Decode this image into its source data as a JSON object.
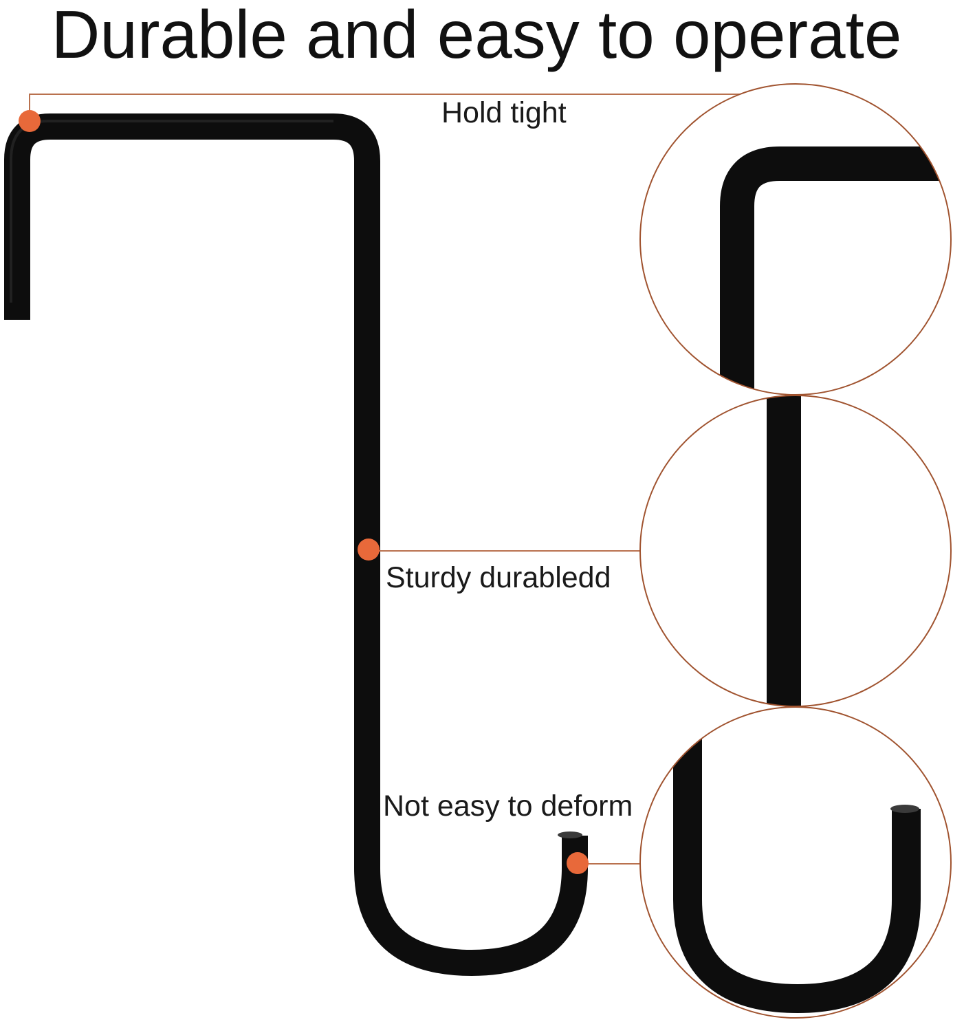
{
  "headline": "Durable and easy to operate",
  "callouts": {
    "hold_tight": "Hold tight",
    "sturdy": "Sturdy durabledd",
    "deform": "Not easy to deform"
  },
  "colors": {
    "hook": "#0d0d0d",
    "marker": "#e8693a",
    "leader_line": "#b9714e",
    "lens_border": "#a0532f",
    "background": "#ffffff"
  }
}
